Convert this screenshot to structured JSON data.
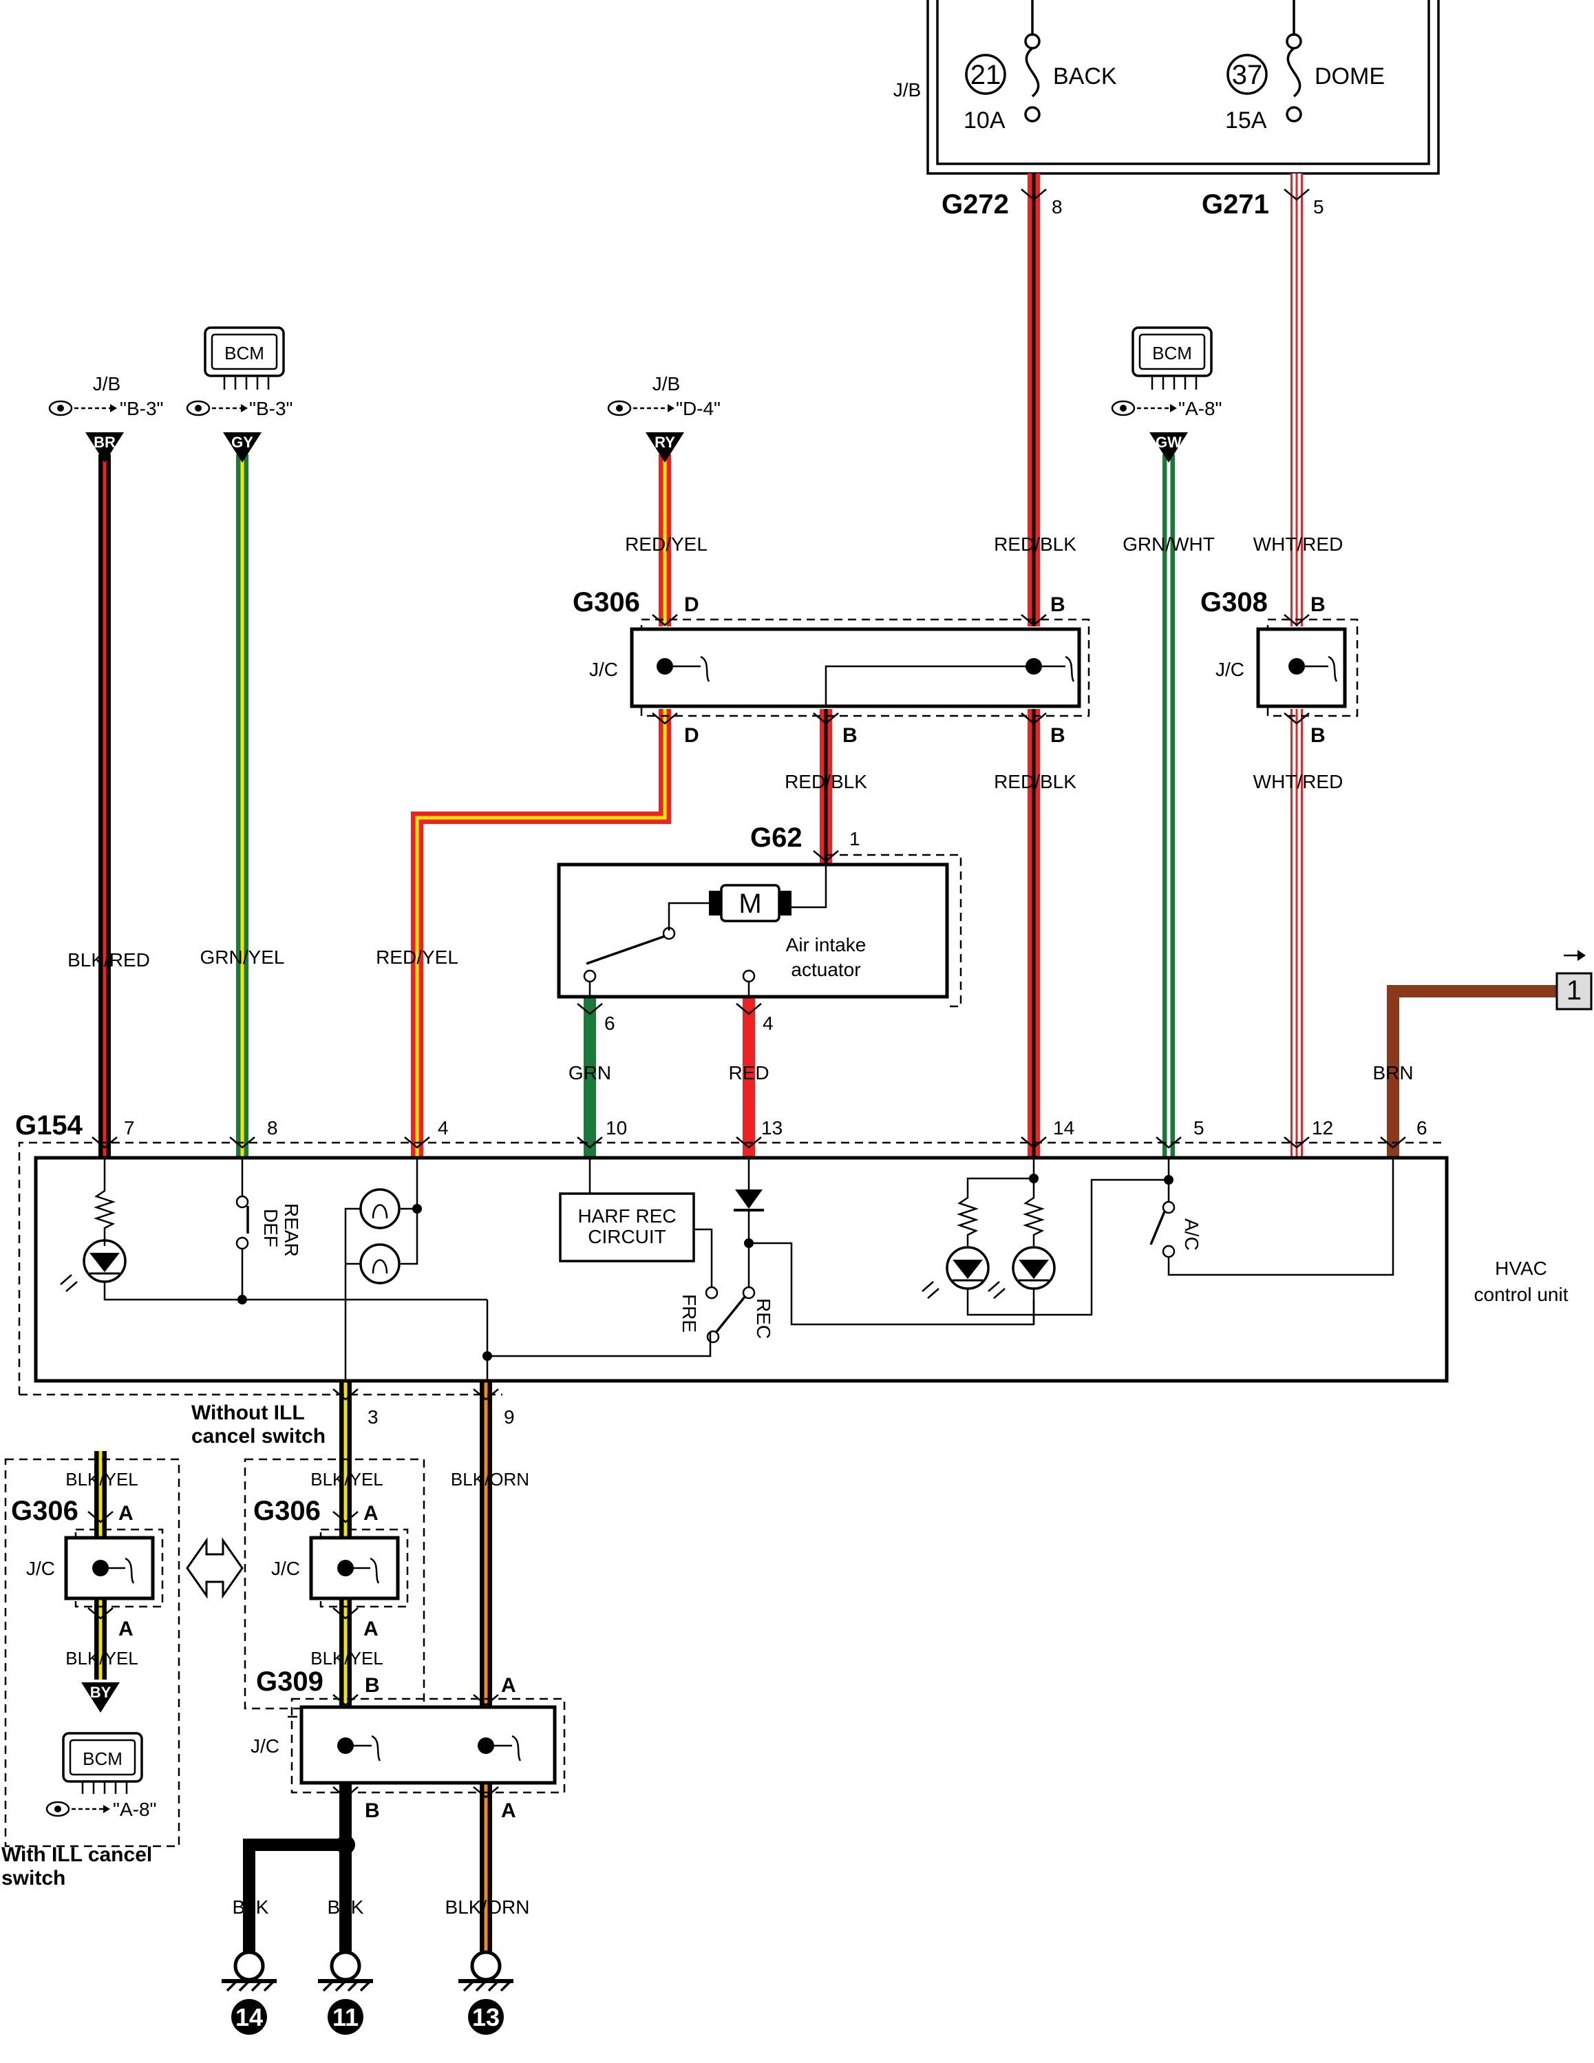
{
  "jb_top": {
    "label": "J/B",
    "fuses": [
      {
        "number": "21",
        "name": "BACK",
        "rating": "10A"
      },
      {
        "number": "37",
        "name": "DOME",
        "rating": "15A"
      }
    ]
  },
  "top_connectors": [
    {
      "id": "G272",
      "pin": "8"
    },
    {
      "id": "G271",
      "pin": "5"
    }
  ],
  "sources": [
    {
      "module": "J/B",
      "ref": "\"B-3\"",
      "tag": "BR"
    },
    {
      "module": "BCM",
      "ref": "\"B-3\"",
      "tag": "GY"
    },
    {
      "module": "J/B",
      "ref": "\"D-4\"",
      "tag": "RY"
    },
    {
      "module": "BCM",
      "ref": "\"A-8\"",
      "tag": "GW"
    }
  ],
  "wire_labels": {
    "red_yel_top": "RED/YEL",
    "red_blk_top": "RED/BLK",
    "grn_wht": "GRN/WHT",
    "wht_red_top": "WHT/RED",
    "red_blk_mid": "RED/BLK",
    "red_blk_right": "RED/BLK",
    "wht_red_mid": "WHT/RED",
    "blk_red": "BLK/RED",
    "grn_yel": "GRN/YEL",
    "red_yel_low": "RED/YEL",
    "grn": "GRN",
    "red": "RED",
    "brn": "BRN",
    "blk_orn_1": "BLK/ORN",
    "blk_yel_l1": "BLK/YEL",
    "blk_yel_l2": "BLK/YEL",
    "blk_yel_m1": "BLK/YEL",
    "blk_yel_m2": "BLK/YEL",
    "blk_1": "BLK",
    "blk_2": "BLK",
    "blk_orn_2": "BLK/ORN"
  },
  "g306_top": {
    "id": "G306",
    "jc": "J/C",
    "pins": [
      "D",
      "B",
      "D",
      "B",
      "B"
    ]
  },
  "g308": {
    "id": "G308",
    "jc": "J/C",
    "pins": [
      "B",
      "B"
    ]
  },
  "g62": {
    "id": "G62",
    "pin_top": "1",
    "motor": "M",
    "name_l1": "Air intake",
    "name_l2": "actuator",
    "pins": [
      "6",
      "4"
    ]
  },
  "g154": {
    "id": "G154",
    "pins_top": [
      "7",
      "8",
      "4",
      "10",
      "13",
      "14",
      "5",
      "12",
      "6"
    ],
    "pins_bottom": [
      "3",
      "9"
    ]
  },
  "hvac": {
    "name_l1": "HVAC",
    "name_l2": "control unit",
    "rear_def_l1": "REAR",
    "rear_def_l2": "DEF",
    "harf_l1": "HARF REC",
    "harf_l2": "CIRCUIT",
    "fre": "FRE",
    "rec": "REC",
    "ac": "A/C"
  },
  "offpage": {
    "number": "1"
  },
  "variants": {
    "without_l1": "Without ILL",
    "without_l2": "cancel switch",
    "with_l1": "With ILL cancel",
    "with_l2": "switch"
  },
  "g306_left": {
    "id": "G306",
    "jc": "J/C",
    "pins": [
      "A",
      "A"
    ],
    "tag": "BY",
    "module": "BCM",
    "ref": "\"A-8\""
  },
  "g306_mid": {
    "id": "G306",
    "jc": "J/C",
    "pins": [
      "A",
      "A"
    ]
  },
  "g309": {
    "id": "G309",
    "jc": "J/C",
    "pins": [
      "B",
      "A",
      "B",
      "A"
    ]
  },
  "grounds": [
    "14",
    "11",
    "13"
  ],
  "colors": {
    "red": "#ee2222",
    "yellow": "#f3e600",
    "green": "#1a7a3a",
    "orange": "#f08a1c",
    "brown": "#8a3a1a",
    "white": "#ffffff",
    "black": "#000000"
  }
}
